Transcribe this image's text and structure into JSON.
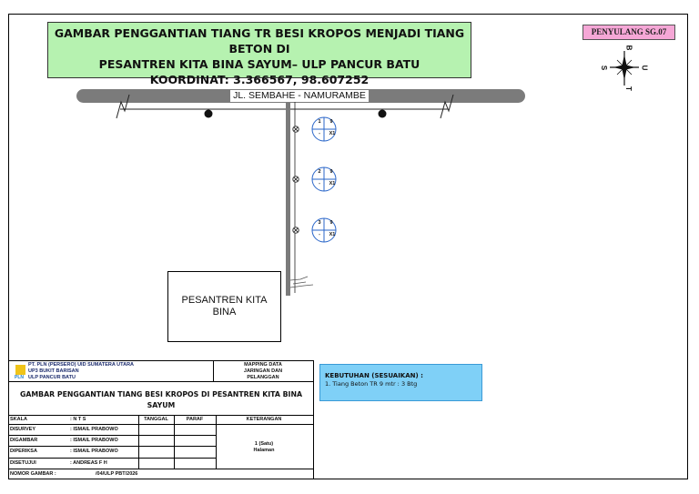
{
  "title": {
    "line1": "GAMBAR PENGGANTIAN TIANG TR BESI KROPOS MENJADI TIANG BETON DI",
    "line2": "PESANTREN KITA BINA SAYUM– ULP PANCUR BATU",
    "line3": "KOORDINAT: 3.366567, 98.607252"
  },
  "penyulang": "PENYULANG SG.07",
  "compass": {
    "n": "B",
    "s": "T",
    "w": "S",
    "e": "U"
  },
  "road_label": "JL. SEMBAHE - NAMURAMBE",
  "building_label": "PESANTREN KITA BINA",
  "poles": [
    {
      "num": "1",
      "height": "9",
      "code": "-",
      "type": "X1"
    },
    {
      "num": "2",
      "height": "9",
      "code": "-",
      "type": "X1"
    },
    {
      "num": "3",
      "height": "9",
      "code": "-",
      "type": "X1"
    }
  ],
  "title_block": {
    "company": [
      "PT. PLN (PERSERO) UID SUMATERA UTARA",
      "UP3 BUKIT BARISAN",
      "ULP PANCUR BATU"
    ],
    "logo_text": "PLN",
    "mapping": [
      "MAPPING DATA",
      "JARINGAN DAN",
      "PELANGGAN"
    ],
    "drawing_title": "GAMBAR PENGGANTIAN TIANG BESI KROPOS DI PESANTREN KITA BINA SAYUM",
    "headers": {
      "skala": "SKALA",
      "skala_val": ": N T S",
      "tanggal": "TANGGAL",
      "paraf": "PARAF",
      "keterangan": "KETERANGAN"
    },
    "rows": [
      {
        "label": "DISURVEY",
        "value": ": ISMAIL PRABOWO"
      },
      {
        "label": "DIGAMBAR",
        "value": ": ISMAIL PRABOWO"
      },
      {
        "label": "DIPERIKSA",
        "value": ": ISMAIL PRABOWO"
      },
      {
        "label": "DISETUJUI",
        "value": ": ANDREAS F H"
      }
    ],
    "keterangan_val": [
      "1 (Satu)",
      "Halaman"
    ],
    "nomor_label": "NOMOR GAMBAR :",
    "nomor_val": "/04/ULP PBT/2026"
  },
  "needs": {
    "heading": "KEBUTUHAN (SESUAIKAN)  :",
    "item": "1. Tiang Beton TR 9 mtr     : 3 Btg"
  }
}
